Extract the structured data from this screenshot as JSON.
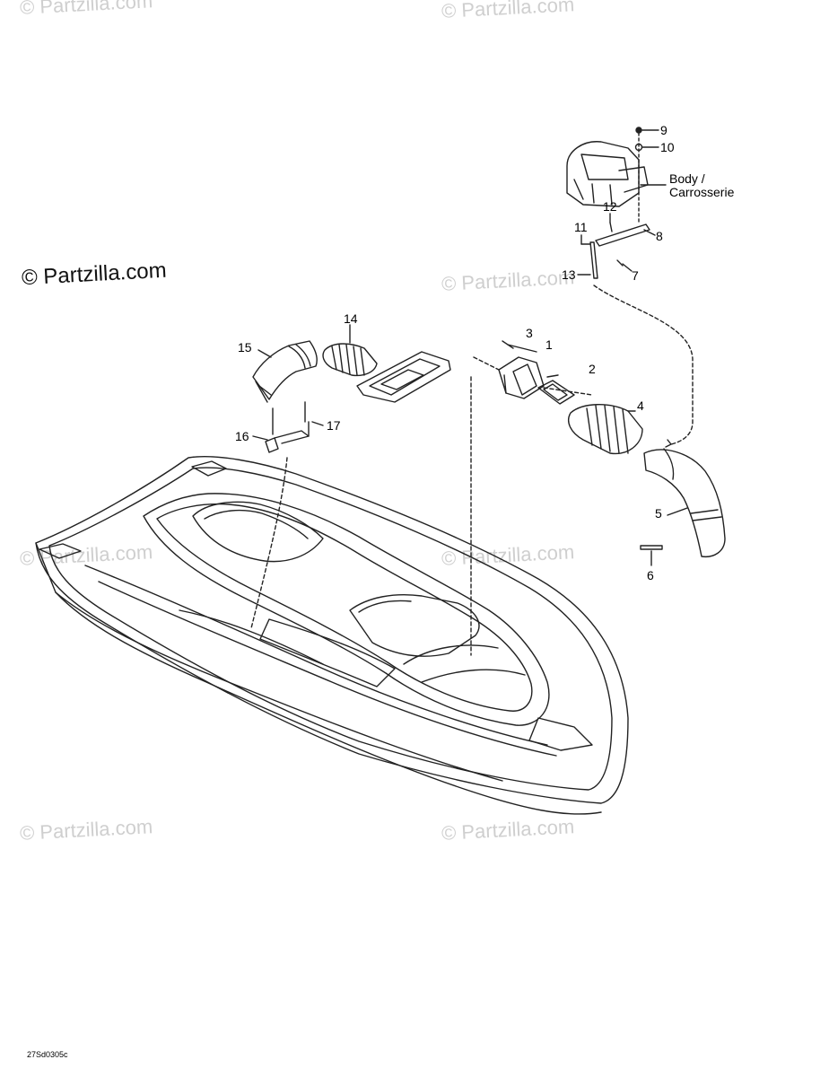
{
  "watermark": {
    "text": "© Partzilla.com"
  },
  "callouts": [
    {
      "id": "1",
      "label": "1"
    },
    {
      "id": "2",
      "label": "2"
    },
    {
      "id": "3",
      "label": "3"
    },
    {
      "id": "4",
      "label": "4"
    },
    {
      "id": "5",
      "label": "5"
    },
    {
      "id": "6",
      "label": "6"
    },
    {
      "id": "7",
      "label": "7"
    },
    {
      "id": "8",
      "label": "8"
    },
    {
      "id": "9",
      "label": "9"
    },
    {
      "id": "10",
      "label": "10"
    },
    {
      "id": "11",
      "label": "11"
    },
    {
      "id": "12",
      "label": "12"
    },
    {
      "id": "13",
      "label": "13"
    },
    {
      "id": "14",
      "label": "14"
    },
    {
      "id": "15",
      "label": "15"
    },
    {
      "id": "16",
      "label": "16"
    },
    {
      "id": "17",
      "label": "17"
    }
  ],
  "body_label": {
    "line1": "Body /",
    "line2": "Carrosserie"
  },
  "figure_code": "27Sd0305c"
}
